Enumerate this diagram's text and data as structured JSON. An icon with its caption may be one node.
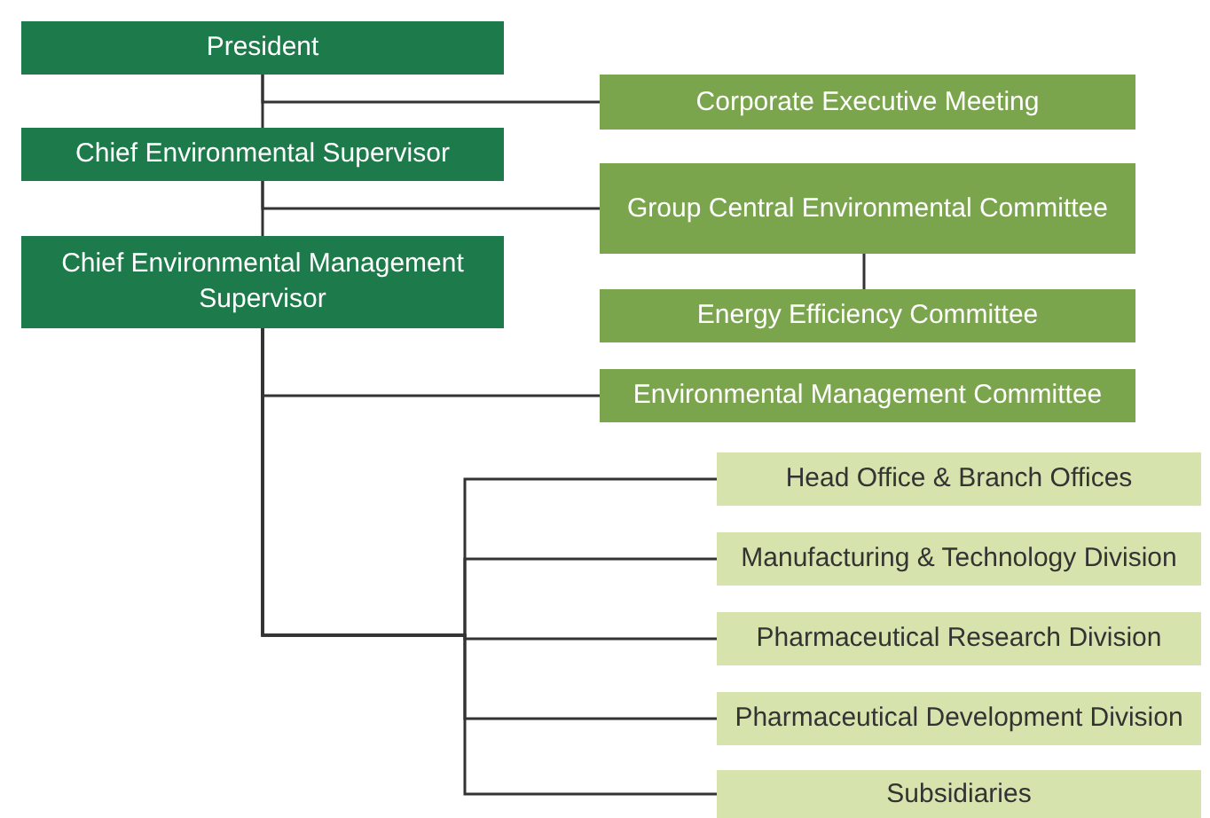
{
  "diagram": {
    "nodes": [
      {
        "text": [
          "President"
        ]
      },
      {
        "text": [
          "Chief Environmental Supervisor"
        ]
      },
      {
        "text": [
          "Chief Environmental Management Supervisor"
        ]
      },
      {
        "text": [
          "Corporate Executive Meeting"
        ]
      },
      {
        "text": [
          "Group Central Environmental Committee"
        ]
      },
      {
        "text": [
          "Energy Efficiency Committee"
        ]
      },
      {
        "text": [
          "Environmental Management Committee"
        ]
      },
      {
        "text": [
          "Head Office & Branch Offices"
        ]
      },
      {
        "text": [
          "Manufacturing & Technology Division"
        ]
      },
      {
        "text": [
          "Pharmaceutical Research Division"
        ]
      },
      {
        "text": [
          "Pharmaceutical Development Division"
        ]
      },
      {
        "text": [
          "Subsidiaries"
        ]
      }
    ],
    "edges": [
      {
        "from": 0,
        "to": 1,
        "arrow": "none"
      },
      {
        "from": 1,
        "to": 2,
        "arrow": "none"
      },
      {
        "from": 0,
        "to": 3,
        "arrow": "none"
      },
      {
        "from": 1,
        "to": 4,
        "arrow": "none"
      },
      {
        "from": 4,
        "to": 5,
        "arrow": "none"
      },
      {
        "from": 2,
        "to": 6,
        "arrow": "none"
      },
      {
        "from": 2,
        "to": 7,
        "arrow": "none"
      },
      {
        "from": 2,
        "to": 8,
        "arrow": "none"
      },
      {
        "from": 2,
        "to": 9,
        "arrow": "none"
      },
      {
        "from": 2,
        "to": 10,
        "arrow": "none"
      },
      {
        "from": 2,
        "to": 11,
        "arrow": "none"
      }
    ]
  }
}
